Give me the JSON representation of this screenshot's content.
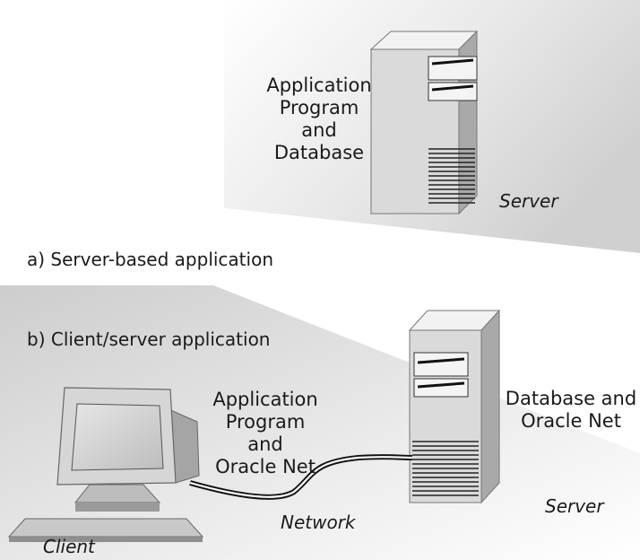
{
  "panel_a": {
    "caption": "a) Server-based application",
    "server_content": "Application\nProgram and\nDatabase",
    "server_label": "Server"
  },
  "panel_b": {
    "caption": "b) Client/server application",
    "client_content": "Application\nProgram and\nOracle Net",
    "client_label": "Client",
    "network_label": "Network",
    "server_content": "Database  and\nOracle Net",
    "server_label": "Server"
  },
  "colors": {
    "panel_gradient_start": "#c8c8c8",
    "panel_gradient_end": "#ffffff",
    "device_light": "#eeeeee",
    "device_mid": "#c9c9c9",
    "device_dark": "#9a9a9a",
    "line": "#1a1a1a"
  }
}
